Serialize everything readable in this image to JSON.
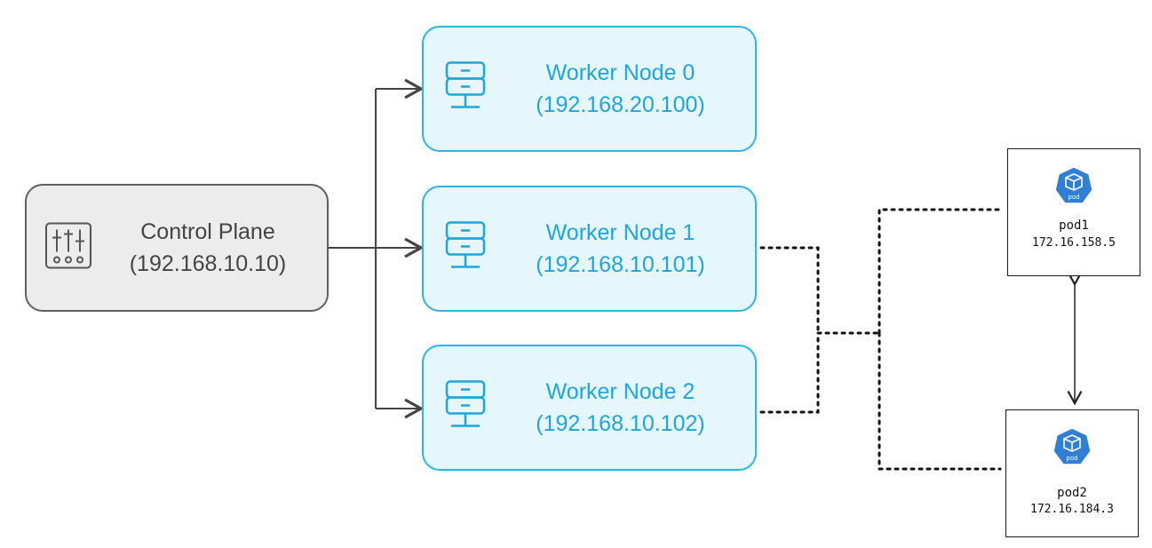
{
  "control_plane": {
    "title": "Control Plane",
    "ip": "(192.168.10.10)"
  },
  "workers": [
    {
      "title": "Worker Node 0",
      "ip": "(192.168.20.100)"
    },
    {
      "title": "Worker Node 1",
      "ip": "(192.168.10.101)"
    },
    {
      "title": "Worker Node 2",
      "ip": "(192.168.10.102)"
    }
  ],
  "pods": [
    {
      "name": "pod1",
      "ip": "172.16.158.5",
      "badge": "pod"
    },
    {
      "name": "pod2",
      "ip": "172.16.184.3",
      "badge": "pod"
    }
  ],
  "icons": {
    "control_plane": "sliders-panel-icon",
    "worker": "server-icon",
    "pod": "kubernetes-pod-icon"
  },
  "colors": {
    "control_plane_fill": "#ececec",
    "control_plane_border": "#5f5f5f",
    "worker_fill": "#e6f6fd",
    "worker_border": "#29b6e9",
    "worker_text": "#1ea5e0",
    "pod_badge": "#2f7fd6"
  }
}
